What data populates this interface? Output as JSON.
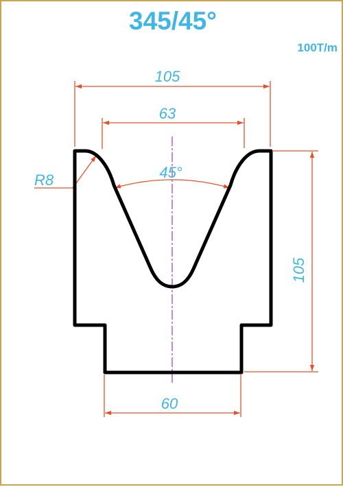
{
  "title": "345/45°",
  "capacity": "100T/m",
  "dimensions": {
    "top_width": "105",
    "opening_width": "63",
    "angle": "45°",
    "radius": "R8",
    "height": "105",
    "base_width": "60"
  },
  "colors": {
    "frame": "#c8a64b",
    "text": "#3fb6e6",
    "dimension_line": "#e8502a",
    "profile": "#000000",
    "centerline": "#a64bb4"
  }
}
